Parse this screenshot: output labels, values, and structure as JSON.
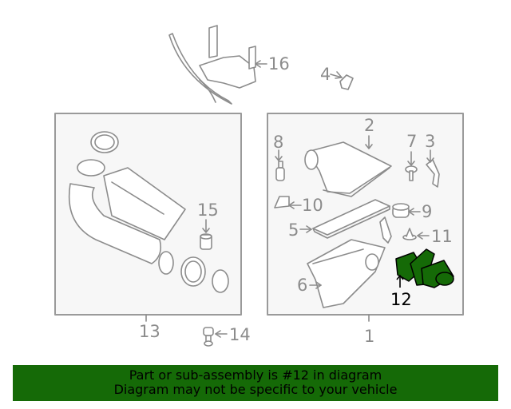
{
  "diagram": {
    "highlight_color": "#156a07",
    "line_color": "#8c8c8c",
    "panel_fill": "#f7f7f7",
    "callouts": [
      {
        "id": "1",
        "label": "1"
      },
      {
        "id": "2",
        "label": "2"
      },
      {
        "id": "3",
        "label": "3"
      },
      {
        "id": "4",
        "label": "4"
      },
      {
        "id": "5",
        "label": "5"
      },
      {
        "id": "6",
        "label": "6"
      },
      {
        "id": "7",
        "label": "7"
      },
      {
        "id": "8",
        "label": "8"
      },
      {
        "id": "9",
        "label": "9"
      },
      {
        "id": "10",
        "label": "10"
      },
      {
        "id": "11",
        "label": "11"
      },
      {
        "id": "12",
        "label": "12"
      },
      {
        "id": "13",
        "label": "13"
      },
      {
        "id": "14",
        "label": "14"
      },
      {
        "id": "15",
        "label": "15"
      },
      {
        "id": "16",
        "label": "16"
      }
    ],
    "highlighted_part": "12"
  },
  "banner": {
    "line1": "Part or sub-assembly is #12 in diagram",
    "line2": "Diagram may not be specific to your vehicle"
  }
}
